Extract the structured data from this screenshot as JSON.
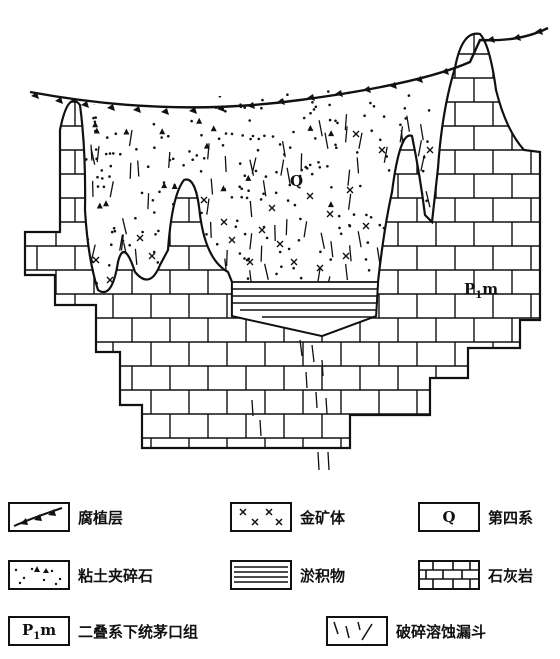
{
  "labels": {
    "quaternary": "Q",
    "formation": "P",
    "formation_sub": "1",
    "formation_suffix": "m"
  },
  "legend": {
    "humus": "腐植层",
    "ore_body": "金矿体",
    "quaternary": "第四系",
    "quaternary_code": "Q",
    "clay_gravel": "粘土夹碎石",
    "deposit": "淤积物",
    "limestone": "石灰岩",
    "formation": "二叠系下统茅口组",
    "formation_code_main": "P",
    "formation_code_sub": "1",
    "formation_code_suffix": "m",
    "breccia": "破碎溶蚀漏斗"
  },
  "colors": {
    "ink": "#111111",
    "background": "#ffffff"
  }
}
